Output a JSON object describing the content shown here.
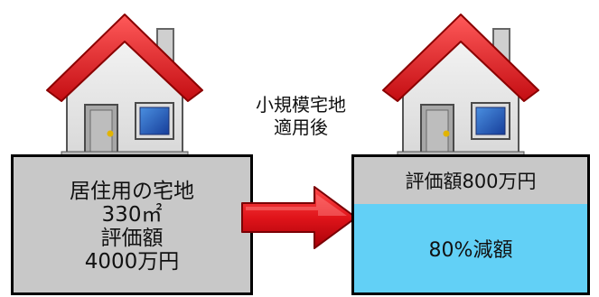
{
  "diagram": {
    "caption_lines": [
      "小規模宅地",
      "適用後"
    ],
    "left_box": {
      "lines": [
        "居住用の宅地",
        "330㎡",
        "評価額",
        "4000万円"
      ],
      "color": "#c8c8c8"
    },
    "right_box": {
      "top_text": "評価額800万円",
      "bottom_text": "80%減額",
      "top_color": "#c8c8c8",
      "bottom_color": "#62d0f6"
    },
    "arrow": {
      "icon": "right-arrow-icon",
      "color": "#e0141a"
    },
    "houses": [
      {
        "icon": "house-icon",
        "roof_color": "#e0141a"
      },
      {
        "icon": "house-icon",
        "roof_color": "#e0141a"
      }
    ]
  }
}
